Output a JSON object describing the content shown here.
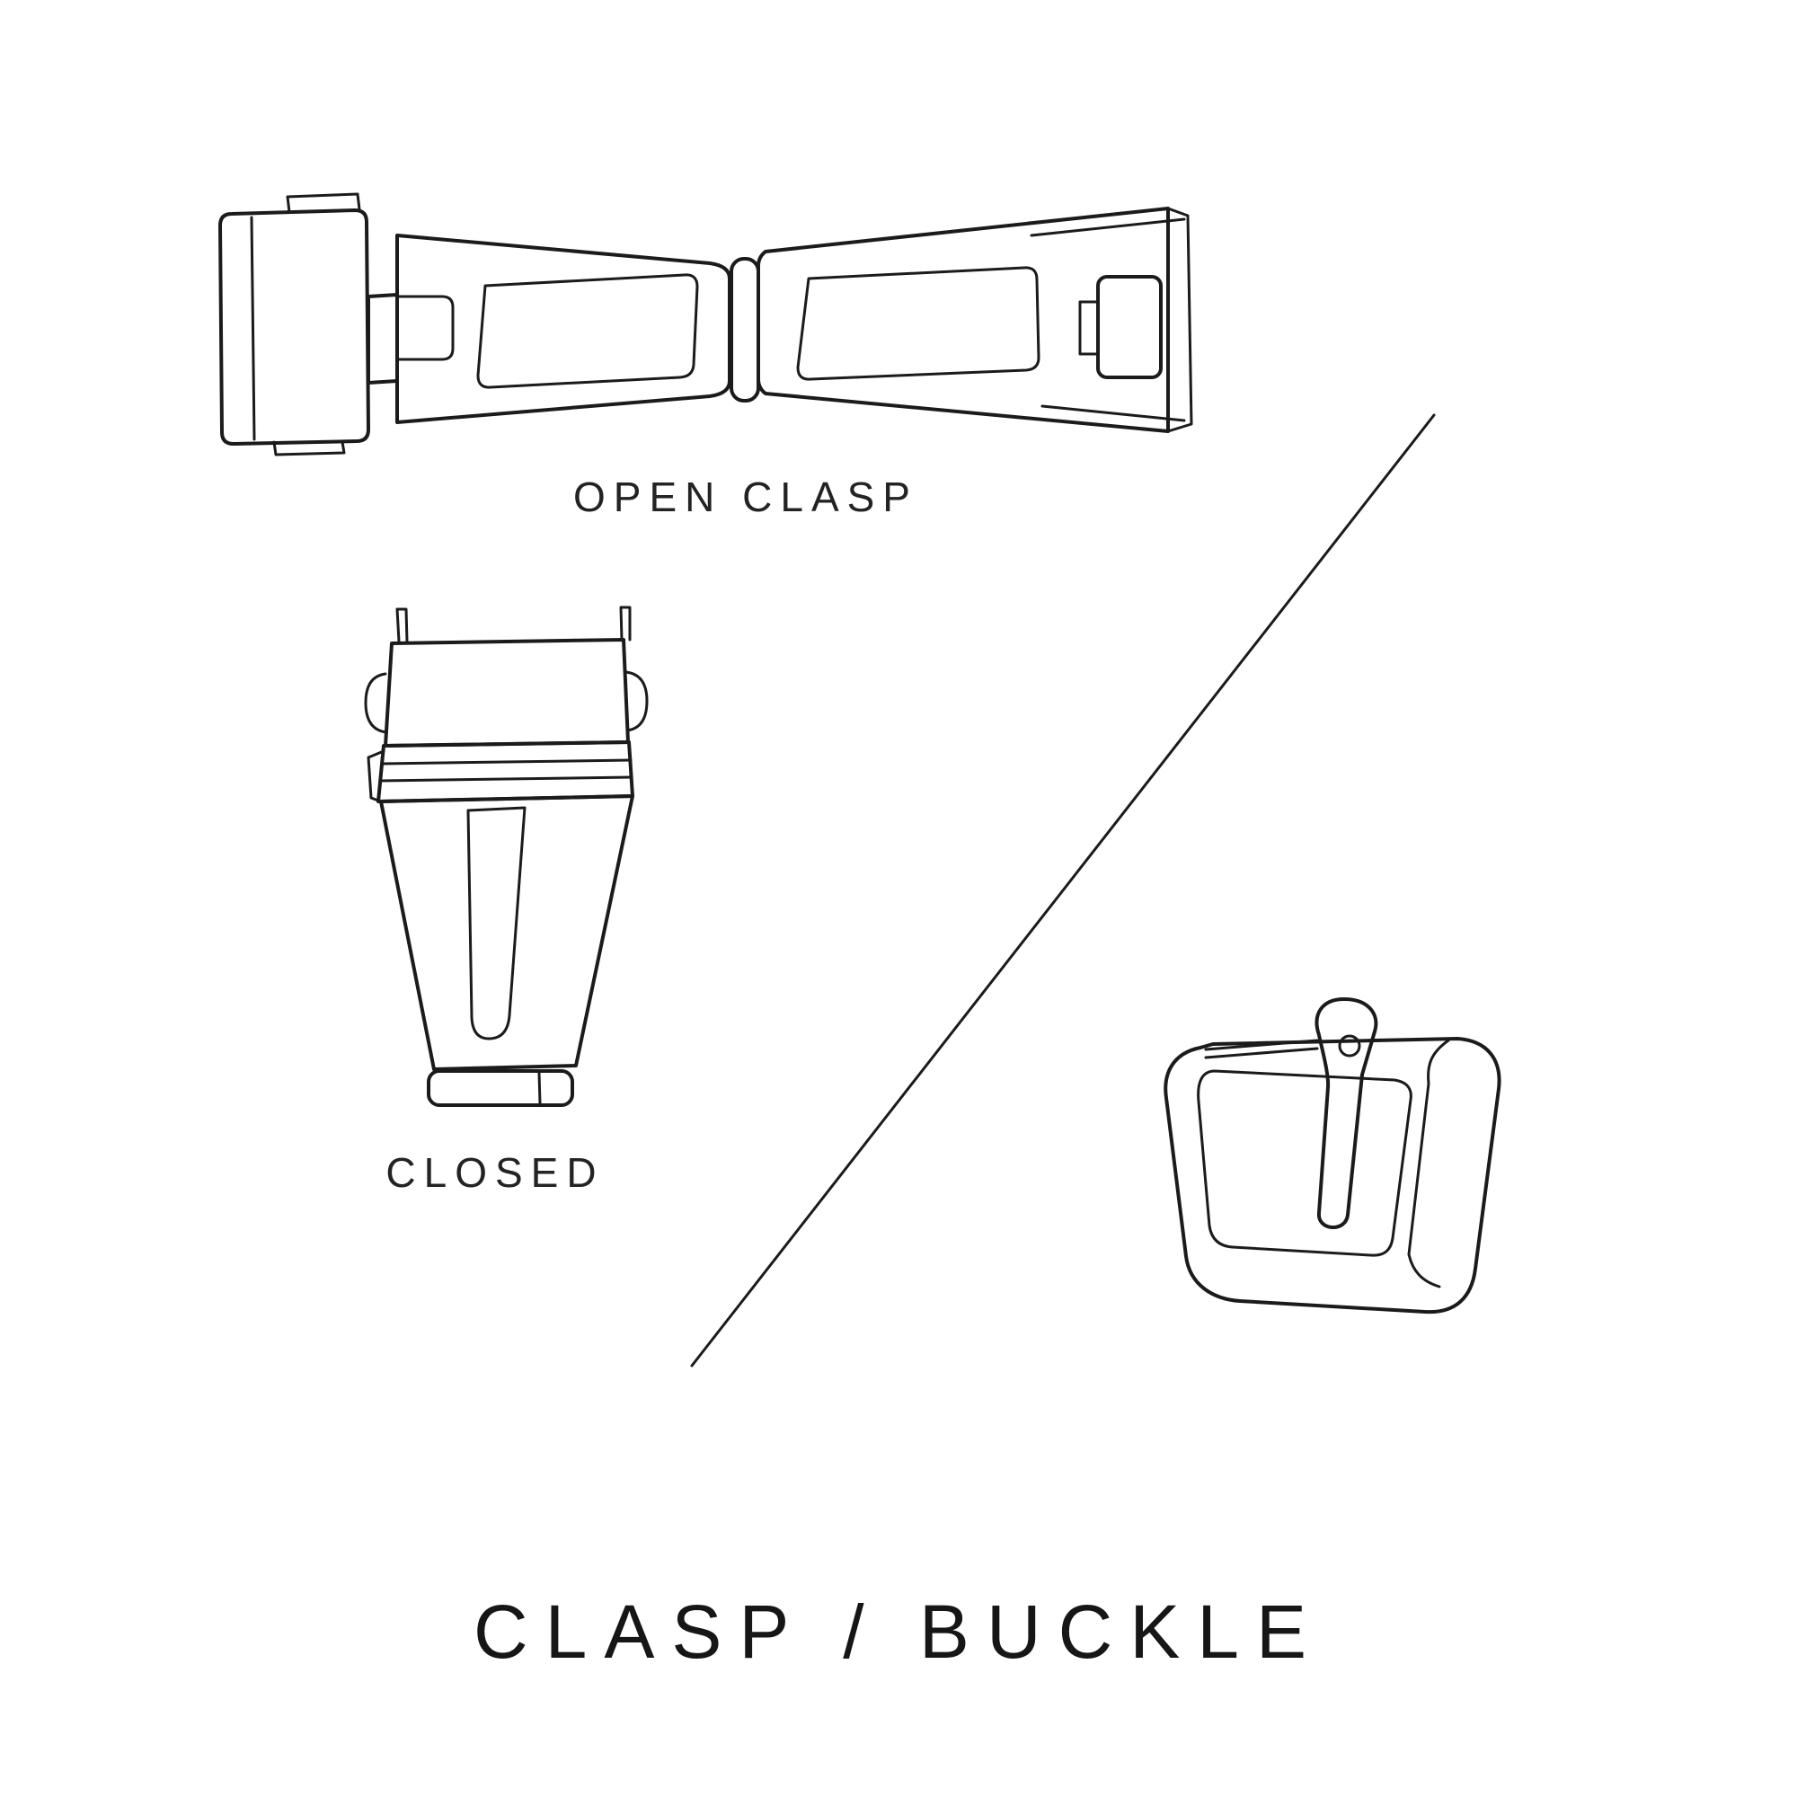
{
  "page": {
    "background": "#ffffff",
    "ink_color": "#1b1b1b",
    "title": "CLASP / BUCKLE"
  },
  "labels": {
    "open_clasp": "OPEN CLASP",
    "closed": "CLOSED"
  },
  "illustrations": {
    "open_clasp": "open-clasp-line-drawing",
    "closed_clasp": "closed-clasp-line-drawing",
    "buckle": "tang-buckle-line-drawing",
    "divider": "diagonal-divider-line"
  }
}
